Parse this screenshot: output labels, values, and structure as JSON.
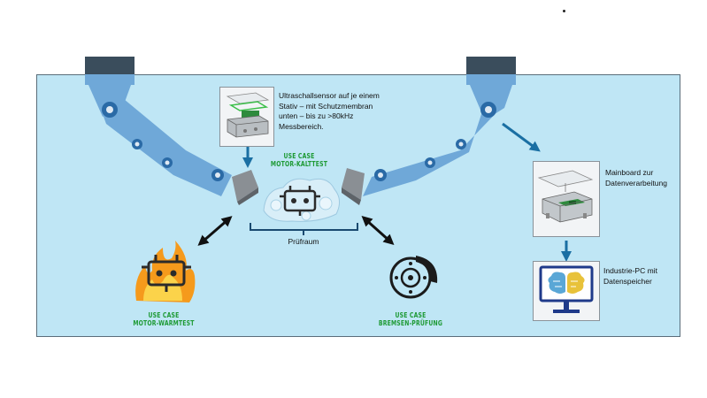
{
  "sensor_caption": [
    "Ultraschallsensor auf je einem",
    "Stativ – mit Schutzmembran",
    "unten – bis zu >80kHz",
    "Messbereich."
  ],
  "usecase_cold": [
    "USE CASE",
    "MOTOR-KALTTEST"
  ],
  "usecase_warm": [
    "USE CASE",
    "MOTOR-WARMTEST"
  ],
  "usecase_brake": [
    "USE CASE",
    "BREMSEN-PRÜFUNG"
  ],
  "pruefraum_label": "Prüfraum",
  "mainboard_caption": [
    "Mainboard zur",
    "Datenverarbeitung"
  ],
  "pc_caption": [
    "Industrie-PC mit",
    "Datenspeicher"
  ],
  "icons": [
    "robot-arm-left",
    "robot-arm-right",
    "ultrasonic-sensor",
    "engine-on-ice",
    "engine-on-fire",
    "brake-disc",
    "mainboard",
    "industrial-pc-brain"
  ],
  "colors": {
    "panel": "#bfe6f5",
    "robot": "#6fa8d8",
    "usecase_text": "#1e9a35",
    "arrow_blue": "#1a6fa3"
  }
}
